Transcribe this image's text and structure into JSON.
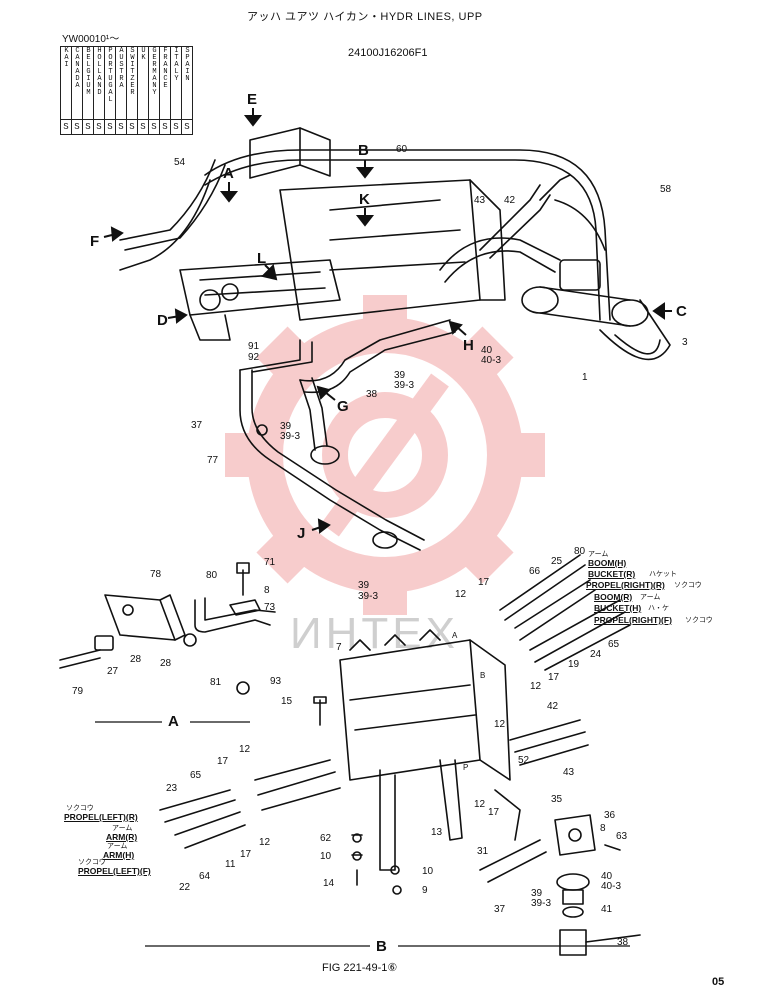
{
  "header": {
    "title": "アッハ ユアツ ハイカン・HYDR LINES, UPP",
    "code": "24100J16206F1",
    "serial": "YW00010¹～",
    "figure": "FIG 221-49-1⑥",
    "page_number": "05"
  },
  "applicability": {
    "columns": [
      "KAI",
      "CANADA",
      "BELGIUM",
      "HOLLAND",
      "PORTUGAL",
      "AUSTRA",
      "SWITZER",
      "UK",
      "GERMANY",
      "FRANCE",
      "ITALY",
      "SPAIN"
    ],
    "values": [
      "S",
      "S",
      "S",
      "S",
      "S",
      "S",
      "S",
      "S",
      "S",
      "S",
      "S",
      "S"
    ]
  },
  "view_labels": [
    "A",
    "B",
    "C",
    "D",
    "E",
    "F",
    "G",
    "H",
    "J",
    "K",
    "L"
  ],
  "section_labels": {
    "a": "A",
    "b": "B"
  },
  "hose_tags": {
    "boom_h_jp": "アーム",
    "boom_h": "BOOM(H)",
    "bucket_r": "BUCKET(R)",
    "bucket_r_jp": "ハケット",
    "propel_right_r": "PROPEL(RIGHT)(R)",
    "propel_right_r_jp": "ソクコウ",
    "boom_r": "BOOM(R)",
    "boom_r_jp": "アーム",
    "bucket_h": "BUCKET(H)",
    "bucket_h_jp": "ハ・ケ",
    "propel_right_f": "PROPEL(RIGHT)(F)",
    "propel_right_f_jp": "ソクコウ",
    "propel_left_r_jp": "ソクコウ",
    "propel_left_r": "PROPEL(LEFT)(R)",
    "arm_r_jp": "アーム",
    "arm_r": "ARM(R)",
    "arm_h_jp": "アーム",
    "arm_h": "ARM(H)",
    "propel_left_f_jp": "ソクコウ",
    "propel_left_f": "PROPEL(LEFT)(F)"
  },
  "port_labels": {
    "a": "A",
    "b": "B",
    "p": "P"
  },
  "part_numbers": {
    "n60": "60",
    "n54": "54",
    "n43": "43",
    "n42a": "42",
    "n58": "58",
    "n3": "3",
    "n1": "1",
    "n40a": "40",
    "n40_3a": "40-3",
    "n39a": "39",
    "n39_3a": "39-3",
    "n38a": "38",
    "n91": "91",
    "n92": "92",
    "n37a": "37",
    "n39b": "39",
    "n39_3b": "39-3",
    "n77": "77",
    "n78": "78",
    "n80a": "80",
    "n71": "71",
    "n8a": "8",
    "n73": "73",
    "n39c": "39",
    "n39_3c": "39-3",
    "n27": "27",
    "n28a": "28",
    "n28b": "28",
    "n81": "81",
    "n93": "93",
    "n79": "79",
    "n25": "25",
    "n80b": "80",
    "n66": "66",
    "n17a": "17",
    "n12a": "12",
    "n65a": "65",
    "n24": "24",
    "n19": "19",
    "n17b": "17",
    "n12b": "12",
    "n7": "7",
    "n15": "15",
    "n42b": "42",
    "n12c": "12",
    "n52": "52",
    "n43b": "43",
    "n12d": "12",
    "n17c": "17",
    "n23": "23",
    "n65b": "65",
    "n12e": "12",
    "n17d": "17",
    "n11": "11",
    "n64": "64",
    "n22": "22",
    "n13": "13",
    "n62": "62",
    "n10a": "10",
    "n14": "14",
    "n10b": "10",
    "n9": "9",
    "n35": "35",
    "n12f": "12",
    "n17e": "17",
    "n31": "31",
    "n36": "36",
    "n8b": "8",
    "n63": "63",
    "n40b": "40",
    "n40_3b": "40-3",
    "n39d": "39",
    "n39_3d": "39-3",
    "n41": "41",
    "n37b": "37",
    "n38b": "38"
  },
  "watermark": "ИНТЕХ",
  "colors": {
    "ink": "#111111",
    "watermark": "#f2a3a3",
    "watermark_text": "#cfcfcf",
    "background": "#ffffff"
  }
}
